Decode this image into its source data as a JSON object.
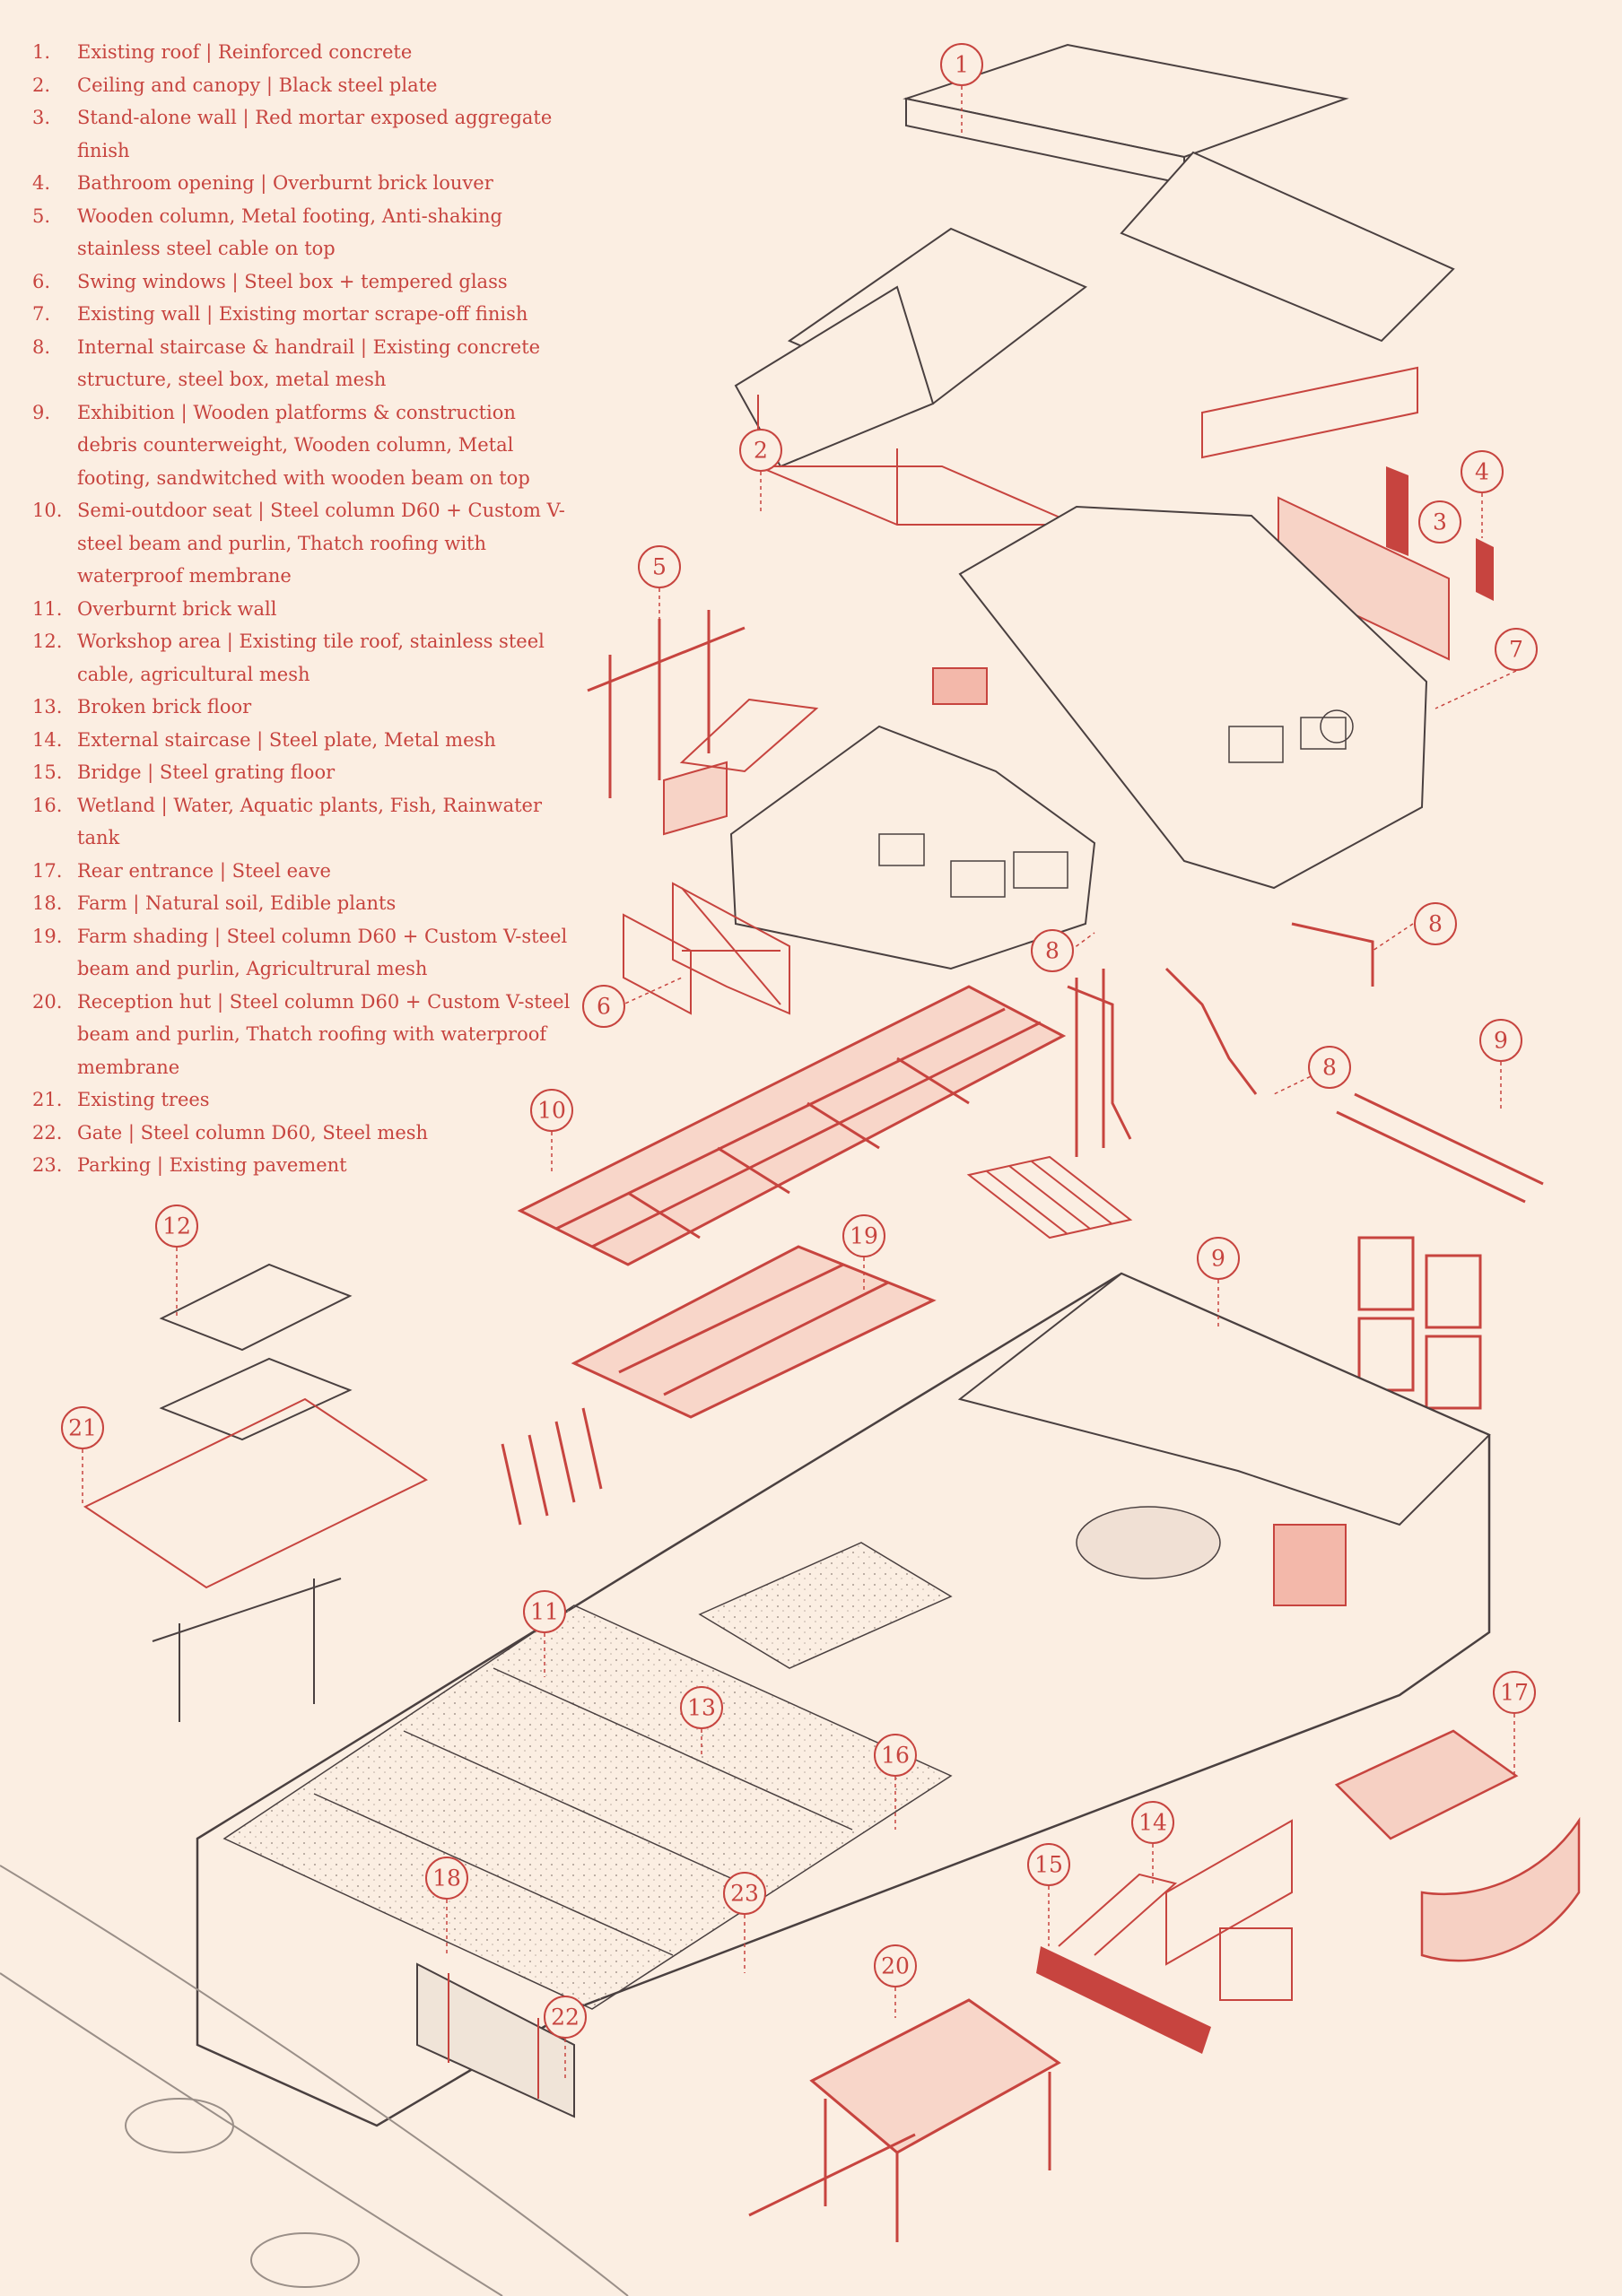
{
  "legend": [
    {
      "num": "1.",
      "text": "Existing roof | Reinforced concrete"
    },
    {
      "num": "2.",
      "text": "Ceiling and canopy | Black steel plate"
    },
    {
      "num": "3.",
      "text": "Stand-alone wall | Red mortar exposed aggregate finish"
    },
    {
      "num": "4.",
      "text": "Bathroom opening | Overburnt brick louver"
    },
    {
      "num": "5.",
      "text": "Wooden column, Metal footing, Anti-shaking stainless steel cable on top"
    },
    {
      "num": "6.",
      "text": "Swing windows |  Steel box + tempered glass"
    },
    {
      "num": "7.",
      "text": "Existing wall | Existing mortar scrape-off finish"
    },
    {
      "num": "8.",
      "text": "Internal staircase & handrail | Existing concrete structure, steel box, metal mesh"
    },
    {
      "num": "9.",
      "text": "Exhibition | Wooden platforms & construction debris counterweight, Wooden column, Metal footing, sandwitched with wooden beam on top"
    },
    {
      "num": "10.",
      "text": "Semi-outdoor seat | Steel column D60 + Custom V-steel beam and purlin, Thatch roofing with waterproof membrane"
    },
    {
      "num": "11.",
      "text": "Overburnt brick wall"
    },
    {
      "num": "12.",
      "text": "Workshop area | Existing tile roof, stainless steel cable, agricultural mesh"
    },
    {
      "num": "13.",
      "text": "Broken brick floor"
    },
    {
      "num": "14.",
      "text": "External staircase | Steel plate, Metal mesh"
    },
    {
      "num": "15.",
      "text": "Bridge | Steel grating floor"
    },
    {
      "num": "16.",
      "text": "Wetland | Water, Aquatic plants, Fish, Rainwater tank"
    },
    {
      "num": "17.",
      "text": "Rear entrance | Steel eave"
    },
    {
      "num": "18.",
      "text": "Farm | Natural soil, Edible plants"
    },
    {
      "num": "19.",
      "text": "Farm shading | Steel column D60 + Custom V-steel beam and purlin, Agricultrural mesh"
    },
    {
      "num": "20.",
      "text": "Reception hut | Steel column D60 + Custom V-steel beam and purlin, Thatch roofing with waterproof membrane"
    },
    {
      "num": "21.",
      "text": "Existing trees"
    },
    {
      "num": "22.",
      "text": "Gate | Steel column D60, Steel mesh"
    },
    {
      "num": "23.",
      "text": "Parking | Existing pavement"
    }
  ],
  "callouts": [
    "1",
    "2",
    "3",
    "4",
    "5",
    "6",
    "7",
    "8",
    "8",
    "8",
    "9",
    "9",
    "10",
    "11",
    "12",
    "13",
    "14",
    "15",
    "16",
    "17",
    "18",
    "19",
    "20",
    "21",
    "22",
    "23"
  ],
  "colors": {
    "background": "#fbeee2",
    "accent_red": "#c7443f",
    "fill_pink": "#f3b8aa",
    "line_dark": "#4a4040",
    "line_grey": "#9a8f88"
  }
}
